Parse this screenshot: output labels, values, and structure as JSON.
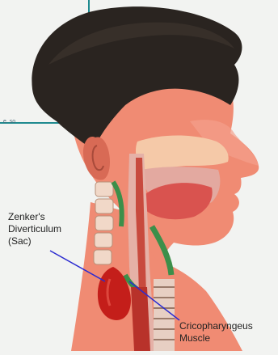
{
  "labels": {
    "zenker": {
      "line1": "Zenker's",
      "line2": "Diverticulum",
      "line3": "(Sac)"
    },
    "cricopharyngeus": {
      "line1": "Cricopharyngeus",
      "line2": "Muscle"
    },
    "corner_fragment": "e. so"
  },
  "colors": {
    "hair": "#2a2420",
    "skin": "#f08b73",
    "skin_shadow": "#d86a55",
    "mucosa": "#e3a9a0",
    "sac": "#c41e1a",
    "muscle_green": "#3c8f4a",
    "teal_line": "#1f8a8f",
    "leader_line": "#2b2bd0"
  }
}
